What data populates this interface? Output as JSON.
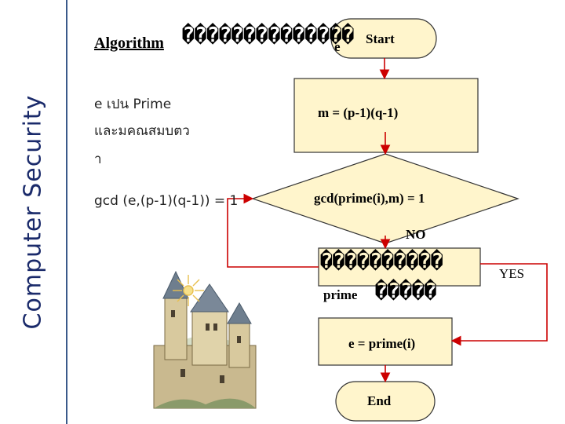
{
  "sidebar": {
    "title": "Computer Security"
  },
  "heading": {
    "label": "Algorithm",
    "glyphs": "��������������"
  },
  "left_notes": {
    "line1": "e เปน   Prime",
    "line2": "และมคณสมบตว",
    "line3": "า",
    "line4": "gcd (e,(p-1)(q-1)) = 1"
  },
  "flowchart": {
    "start_prefix": "e",
    "start_label": "Start",
    "process_m": "m = (p-1)(q-1)",
    "decision": "gcd(prime(i),m) = 1",
    "no_label": "NO",
    "yes_label": "YES",
    "box_glyphs": "����������",
    "prime_label": "prime",
    "prime_glyphs": "�����",
    "process_e": "e = prime(i)",
    "end_label": "End"
  },
  "colors": {
    "fill": "#fff5cc",
    "stroke_arrow": "#cc0000",
    "sidebar_text": "#1a2a6a",
    "sidebar_border": "#3a5a8a"
  }
}
